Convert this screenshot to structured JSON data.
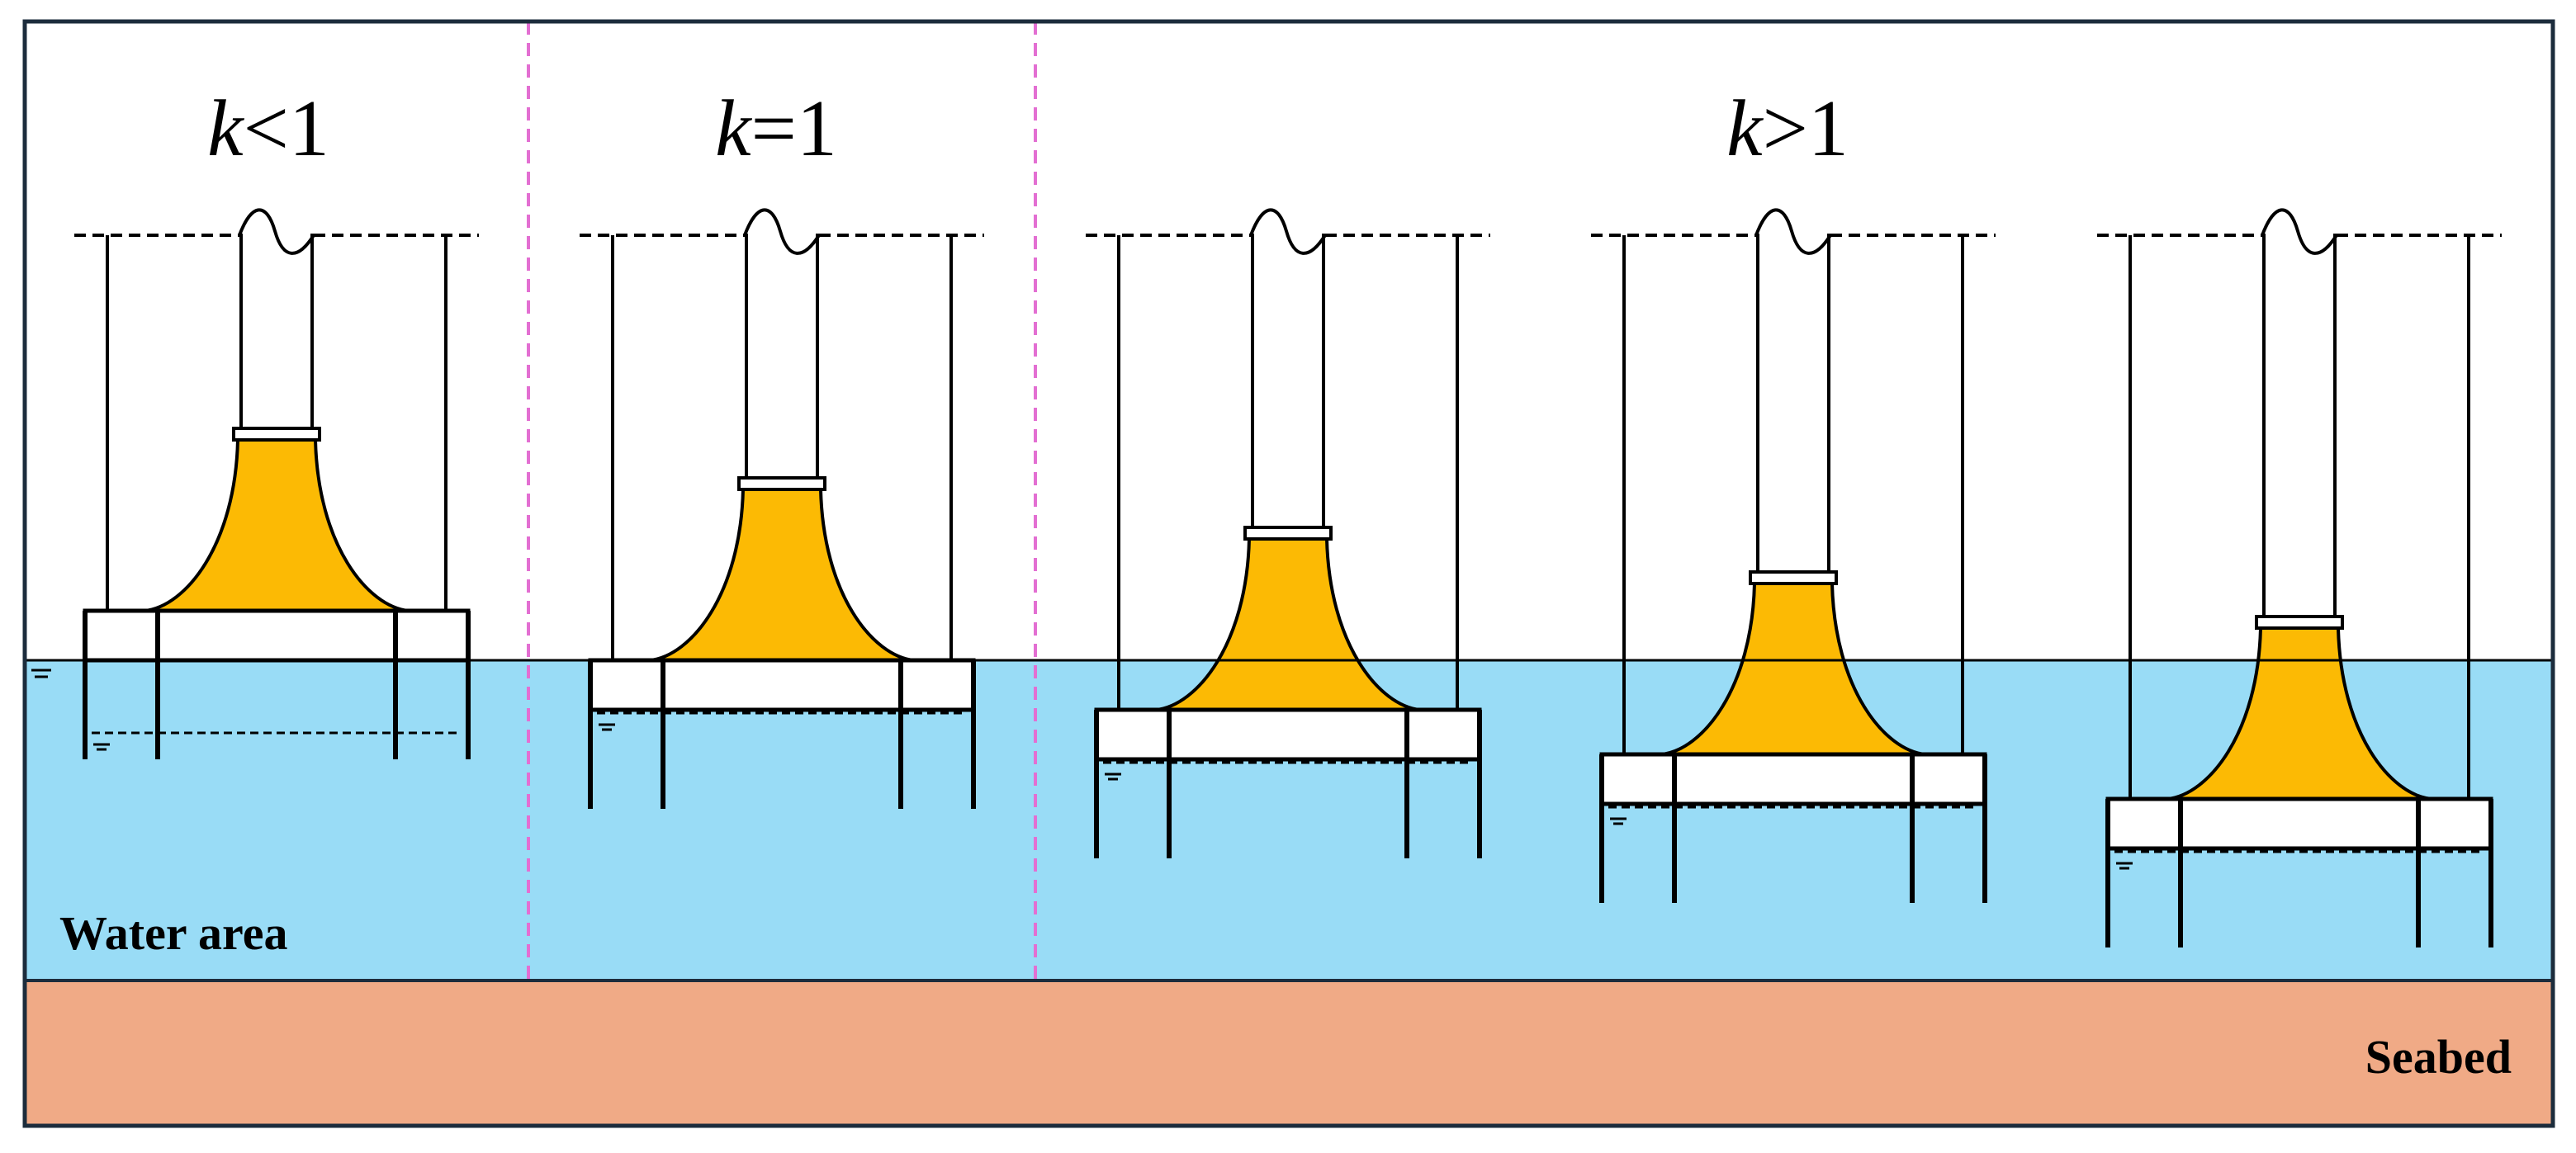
{
  "case_labels": [
    {
      "variable": "k",
      "relation": "<1"
    },
    {
      "variable": "k",
      "relation": "=1"
    },
    {
      "variable": "k",
      "relation": ">1"
    }
  ],
  "region_labels": {
    "water": "Water area",
    "seabed": "Seabed"
  },
  "units": [
    {
      "case": "k<1",
      "draft_level": 1
    },
    {
      "case": "k=1",
      "draft_level": 2
    },
    {
      "case": "k>1",
      "draft_level": 3
    },
    {
      "case": "k>1",
      "draft_level": 4
    },
    {
      "case": "k>1",
      "draft_level": 5
    }
  ],
  "colors": {
    "water": "#99dcf6",
    "seabed": "#f0aa86",
    "transition_piece": "#fcba04",
    "case_divider": "#e36fd2",
    "outline": "#000000",
    "frame": "#1c2c3c"
  }
}
